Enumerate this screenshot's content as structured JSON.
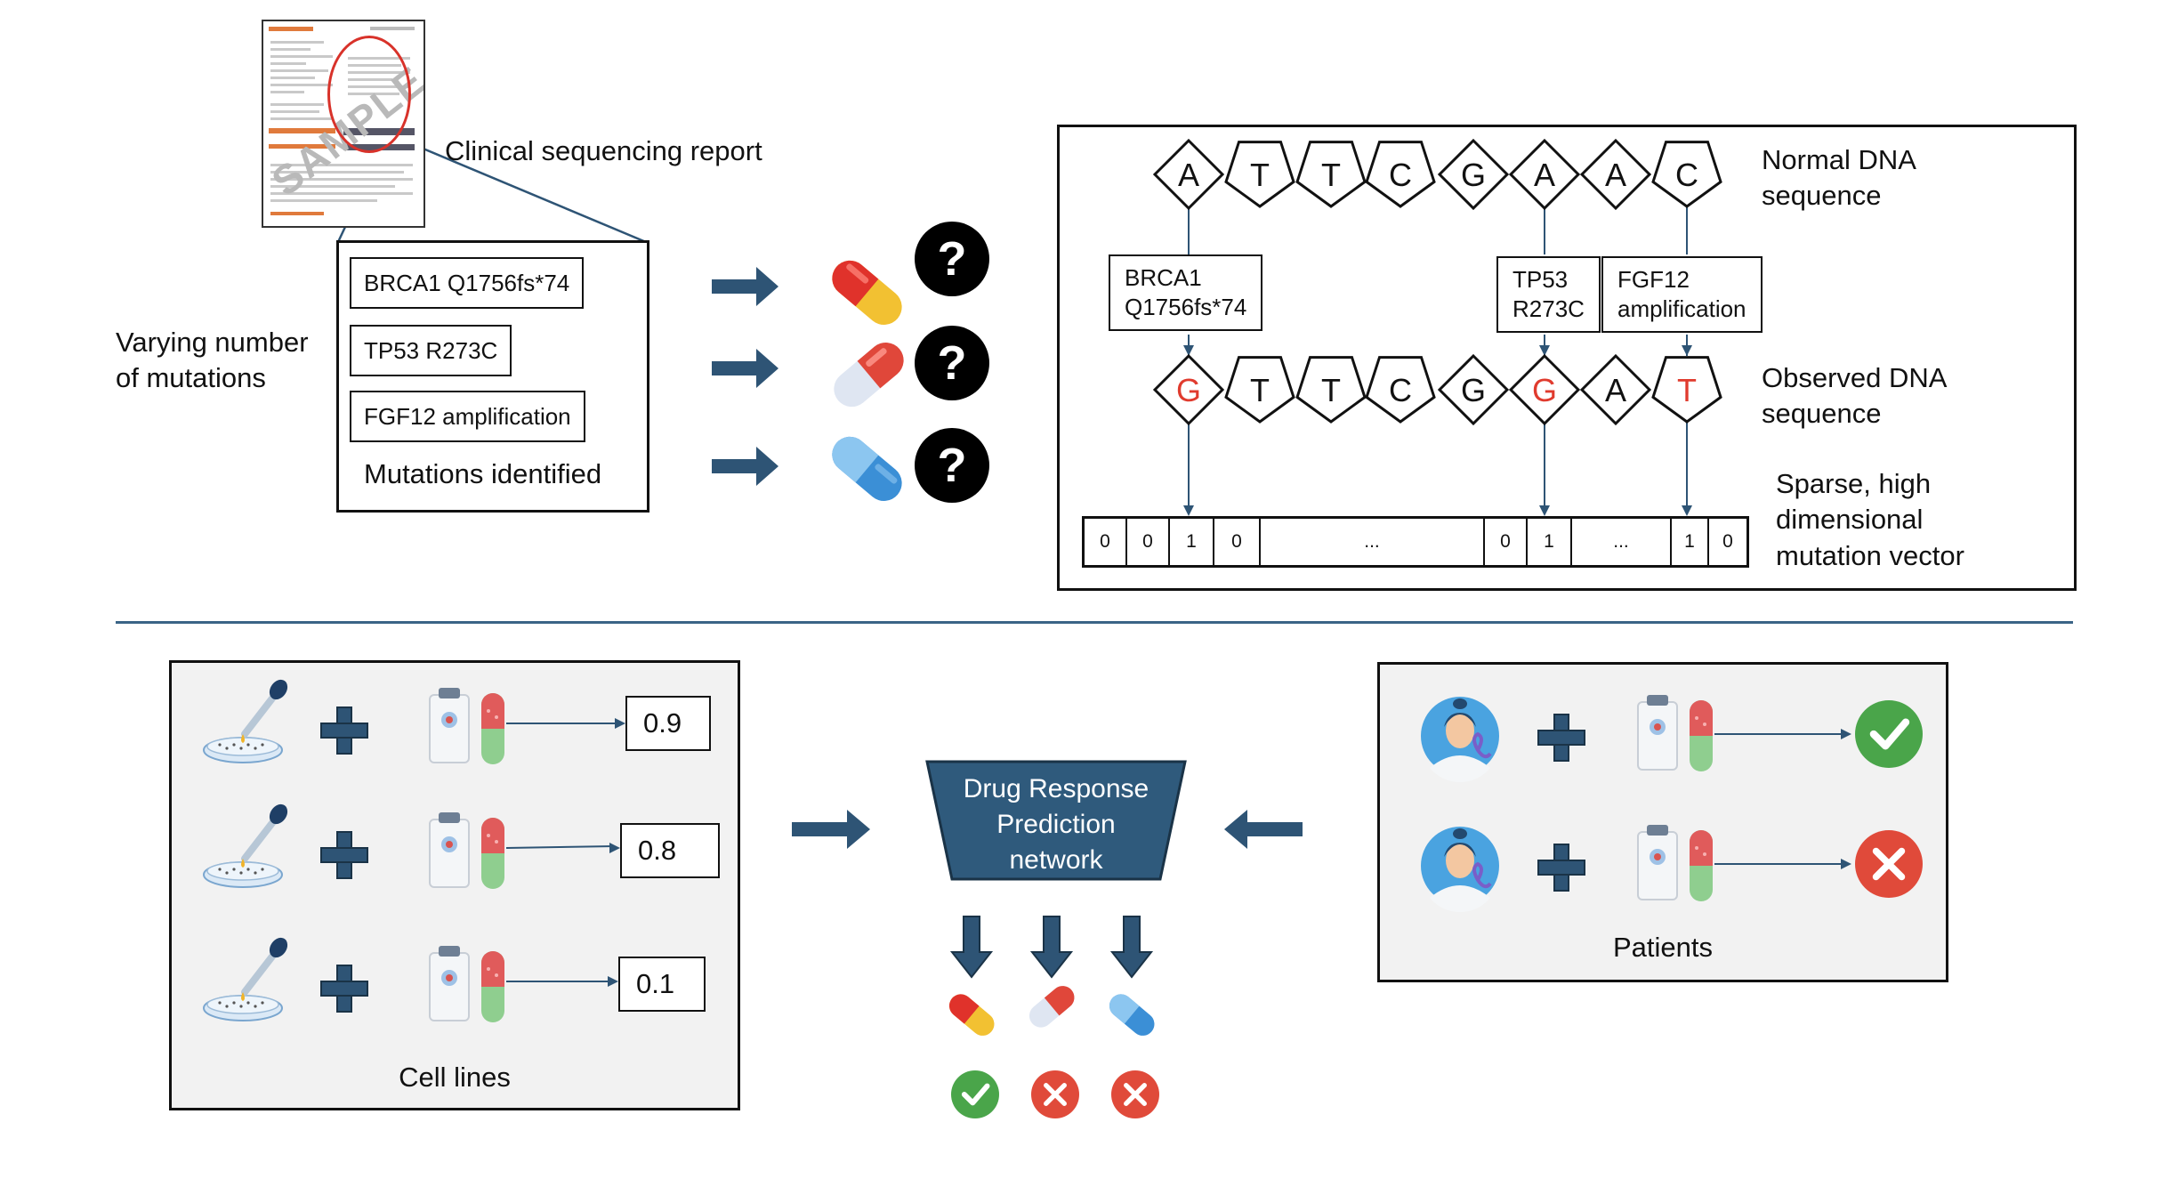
{
  "report": {
    "label": "Clinical sequencing report",
    "stamp": "SAMPLE"
  },
  "mutations": {
    "side_label": [
      "Varying number",
      "of mutations"
    ],
    "items": [
      "BRCA1 Q1756fs*74",
      "TP53 R273C",
      "FGF12 amplification"
    ],
    "caption": "Mutations identified",
    "unknown_mark": "?"
  },
  "dna": {
    "normal_label": [
      "Normal DNA",
      "sequence"
    ],
    "observed_label": [
      "Observed DNA",
      "sequence"
    ],
    "normal": [
      "A",
      "T",
      "T",
      "C",
      "G",
      "A",
      "A",
      "C"
    ],
    "observed": [
      "G",
      "T",
      "T",
      "C",
      "G",
      "G",
      "A",
      "T"
    ],
    "mutated_positions": [
      0,
      5,
      7
    ],
    "callouts": [
      [
        "BRCA1",
        "Q1756fs*74"
      ],
      [
        "TP53",
        "R273C"
      ],
      [
        "FGF12",
        "amplification"
      ]
    ],
    "vector_cells": [
      "0",
      "0",
      "1",
      "0",
      "...",
      "0",
      "1",
      "...",
      "1",
      "0"
    ],
    "vector_label": [
      "Sparse, high",
      "dimensional",
      "mutation vector"
    ]
  },
  "cell_lines": {
    "scores": [
      "0.9",
      "0.8",
      "0.1"
    ],
    "caption": "Cell lines"
  },
  "network": {
    "label": [
      "Drug Response",
      "Prediction",
      "network"
    ],
    "outputs": [
      "responds",
      "no-response",
      "no-response"
    ]
  },
  "patients": {
    "outcomes": [
      "responds",
      "no-response"
    ],
    "caption": "Patients"
  },
  "colors": {
    "navy": "#2e5475",
    "network_fill": "#2f5a7c",
    "mutation_red": "#e03b2e",
    "check_green": "#4aa54a",
    "cross_red": "#e04a3a",
    "divider": "#3a6486",
    "panel_fill": "#f2f2f2"
  },
  "icons": {
    "report": "document-icon",
    "pills": [
      "red-yellow-capsule-icon",
      "red-white-capsule-icon",
      "blue-capsule-icon"
    ],
    "unknown": "question-mark-icon",
    "cell_culture": "petri-dish-pipette-icon",
    "treatment": "drug-treatment-icon",
    "patient": "patient-avatar-icon",
    "plus": "plus-icon",
    "arrow": "arrow-icon"
  }
}
